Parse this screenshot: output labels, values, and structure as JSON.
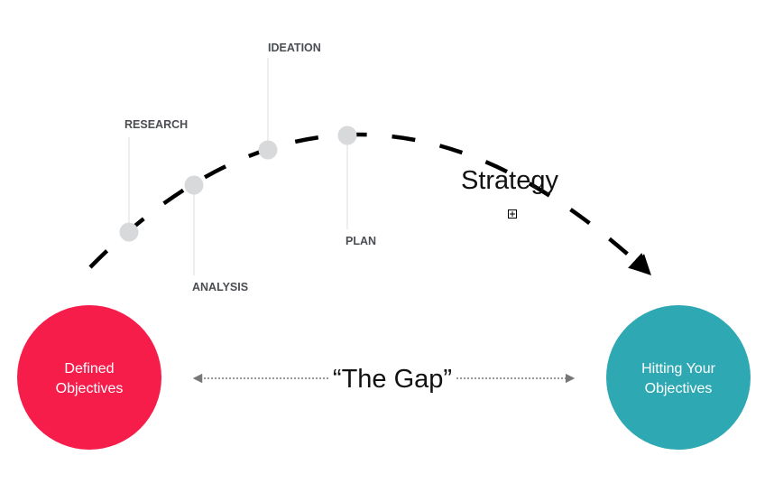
{
  "stages": [
    {
      "label": "RESEARCH"
    },
    {
      "label": "ANALYSIS"
    },
    {
      "label": "IDEATION"
    },
    {
      "label": "PLAN"
    }
  ],
  "strategy_label": "Strategy",
  "gap_label": "“The Gap”",
  "start": {
    "line1": "Defined",
    "line2": "Objectives",
    "color": "#F61D4B"
  },
  "end": {
    "line1": "Hitting Your",
    "line2": "Objectives",
    "color": "#2EA8B2"
  },
  "colors": {
    "dot": "#D8D9DB",
    "stage_text": "#4a4d52",
    "connector": "#DDDDDD"
  }
}
